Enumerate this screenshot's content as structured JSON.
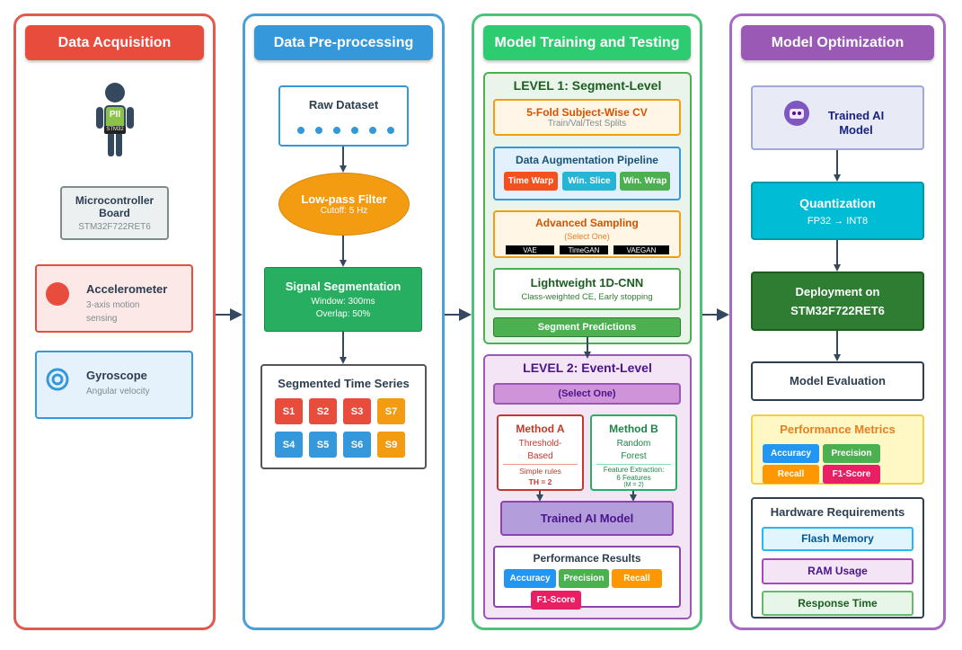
{
  "columns": {
    "acquisition": {
      "title": "Data Acquisition",
      "person_badge": "PII",
      "person_chip": "STM32",
      "board": {
        "title_line1": "Microcontroller",
        "title_line2": "Board",
        "model": "STM32F722RET6"
      },
      "accelerometer": {
        "title": "Accelerometer",
        "desc_line1": "3-axis motion",
        "desc_line2": "sensing"
      },
      "gyroscope": {
        "title": "Gyroscope",
        "desc": "Angular velocity"
      }
    },
    "preprocessing": {
      "title": "Data Pre-processing",
      "raw": {
        "title": "Raw Dataset"
      },
      "filter": {
        "title": "Low-pass Filter",
        "sub": "Cutoff: 5 Hz"
      },
      "segmentation": {
        "title": "Signal Segmentation",
        "window": "Window: 300ms",
        "overlap": "Overlap: 50%"
      },
      "segmented": {
        "title": "Segmented Time Series",
        "labels": [
          "S1",
          "S2",
          "S3",
          "S7",
          "S4",
          "S5",
          "S6",
          "S9"
        ]
      }
    },
    "training": {
      "title": "Model Training and Testing",
      "level1": {
        "title": "LEVEL 1: Segment-Level",
        "cv": {
          "title": "5-Fold Subject-Wise CV",
          "sub": "Train/Val/Test Splits"
        },
        "augmentation": {
          "title": "Data Augmentation Pipeline",
          "chips": [
            "Time Warp",
            "Win. Slice",
            "Win. Wrap"
          ]
        },
        "sampling": {
          "title": "Advanced Sampling",
          "sub": "(Select One)",
          "options": [
            "VAE",
            "TimeGAN",
            "VAEGAN"
          ]
        },
        "cnn": {
          "title": "Lightweight 1D-CNN",
          "sub": "Class-weighted CE, Early stopping"
        },
        "predictions": "Segment Predictions"
      },
      "level2": {
        "title": "LEVEL 2: Event-Level",
        "select": "(Select One)",
        "method_a": {
          "title": "Method A",
          "line1": "Threshold-",
          "line2": "Based",
          "rule": "Simple rules",
          "th": "TH = 2"
        },
        "method_b": {
          "title": "Method B",
          "line1": "Random",
          "line2": "Forest",
          "fe1": "Feature Extraction:",
          "fe2": "6 Features",
          "fe3": "(M = 2)"
        },
        "trained": "Trained AI Model",
        "results": {
          "title": "Performance Results",
          "chips": [
            "Accuracy",
            "Precision",
            "Recall",
            "F1-Score"
          ]
        }
      }
    },
    "optimization": {
      "title": "Model Optimization",
      "trained": {
        "line1": "Trained AI",
        "line2": "Model"
      },
      "quantization": {
        "title": "Quantization",
        "sub": "FP32 → INT8"
      },
      "deployment": {
        "line1": "Deployment on",
        "line2": "STM32F722RET6"
      },
      "evaluation": "Model Evaluation",
      "metrics": {
        "title": "Performance Metrics",
        "chips": [
          "Accuracy",
          "Precision",
          "Recall",
          "F1-Score"
        ]
      },
      "hardware": {
        "title": "Hardware Requirements",
        "items": [
          "Flash Memory",
          "RAM Usage",
          "Response Time"
        ]
      }
    }
  },
  "colors": {
    "red": "#e74c3c",
    "blue": "#3498db",
    "green": "#27ae60",
    "purple": "#9b59b6",
    "orange": "#f39c12",
    "teal": "#00bcd4",
    "dark_green": "#2e7d32",
    "pink": "#e91e63"
  },
  "icons": [
    "person-icon",
    "accelerometer-icon",
    "gyroscope-icon",
    "robot-icon"
  ]
}
